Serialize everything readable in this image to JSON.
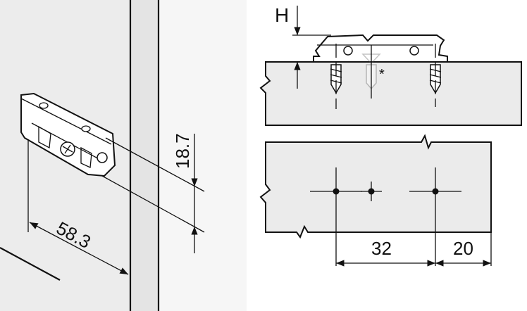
{
  "left_view": {
    "width_dimension": "58.3",
    "height_dimension": "18.7"
  },
  "right_view": {
    "height_label": "H",
    "screw_note": "*",
    "hole_spacing": "32",
    "edge_distance": "20"
  },
  "colors": {
    "panel_fill": "#ebebeb",
    "line": "#111111",
    "faded_screw": "#c8c8c8"
  }
}
